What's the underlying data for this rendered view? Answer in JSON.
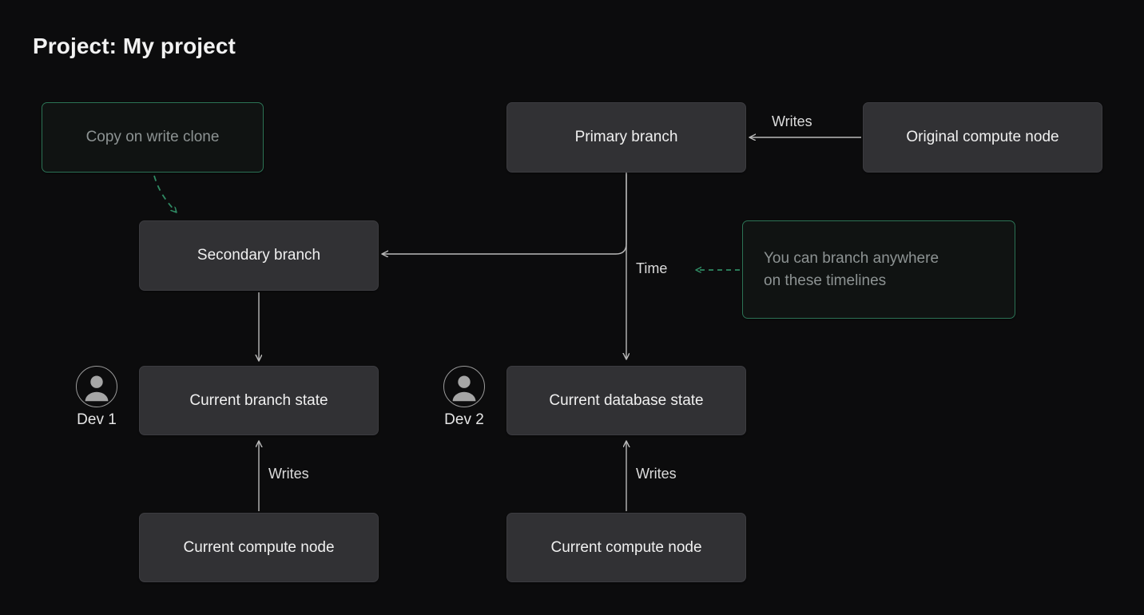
{
  "page": {
    "title": "Project: My project",
    "background_color": "#0c0c0d",
    "accent_green": "#2c7355",
    "node_fill": "#313134",
    "node_text_color": "#f0f0f0",
    "muted_text_color": "#8d9393"
  },
  "nodes": {
    "copy_on_write_clone": {
      "label": "Copy on write clone",
      "style": "green-outline"
    },
    "primary_branch": {
      "label": "Primary branch",
      "style": "solid"
    },
    "original_compute_node": {
      "label": "Original compute node",
      "style": "solid"
    },
    "secondary_branch": {
      "label": "Secondary branch",
      "style": "solid"
    },
    "branch_annotation": {
      "line1": "You can branch anywhere",
      "line2": "on these timelines",
      "style": "green-outline"
    },
    "current_branch_state": {
      "label": "Current branch state",
      "style": "solid"
    },
    "current_database_state": {
      "label": "Current database state",
      "style": "solid"
    },
    "current_compute_node_left": {
      "label": "Current compute node",
      "style": "solid"
    },
    "current_compute_node_right": {
      "label": "Current compute node",
      "style": "solid"
    }
  },
  "avatars": {
    "dev1": {
      "label": "Dev 1",
      "icon": "user-avatar-icon"
    },
    "dev2": {
      "label": "Dev 2",
      "icon": "user-avatar-icon"
    }
  },
  "edge_labels": {
    "writes_top": "Writes",
    "time": "Time",
    "writes_left_bottom": "Writes",
    "writes_right_bottom": "Writes"
  },
  "diagram_data": {
    "type": "diagram",
    "edges": [
      {
        "from": "original_compute_node",
        "to": "primary_branch",
        "label": "Writes",
        "style": "solid-arrow"
      },
      {
        "from": "copy_on_write_clone",
        "to": "secondary_branch",
        "label": "",
        "style": "green-dashed-arrow"
      },
      {
        "from": "primary_branch",
        "to": "secondary_branch",
        "label": "",
        "style": "solid-elbow-arrow"
      },
      {
        "from": "primary_branch",
        "to": "current_database_state",
        "label": "Time",
        "style": "solid-arrow"
      },
      {
        "from": "secondary_branch",
        "to": "current_branch_state",
        "label": "",
        "style": "solid-arrow"
      },
      {
        "from": "current_compute_node_left",
        "to": "current_branch_state",
        "label": "Writes",
        "style": "solid-arrow"
      },
      {
        "from": "current_compute_node_right",
        "to": "current_database_state",
        "label": "Writes",
        "style": "solid-arrow"
      },
      {
        "from": "branch_annotation",
        "to": "time",
        "label": "",
        "style": "green-dashed-arrow"
      }
    ]
  }
}
